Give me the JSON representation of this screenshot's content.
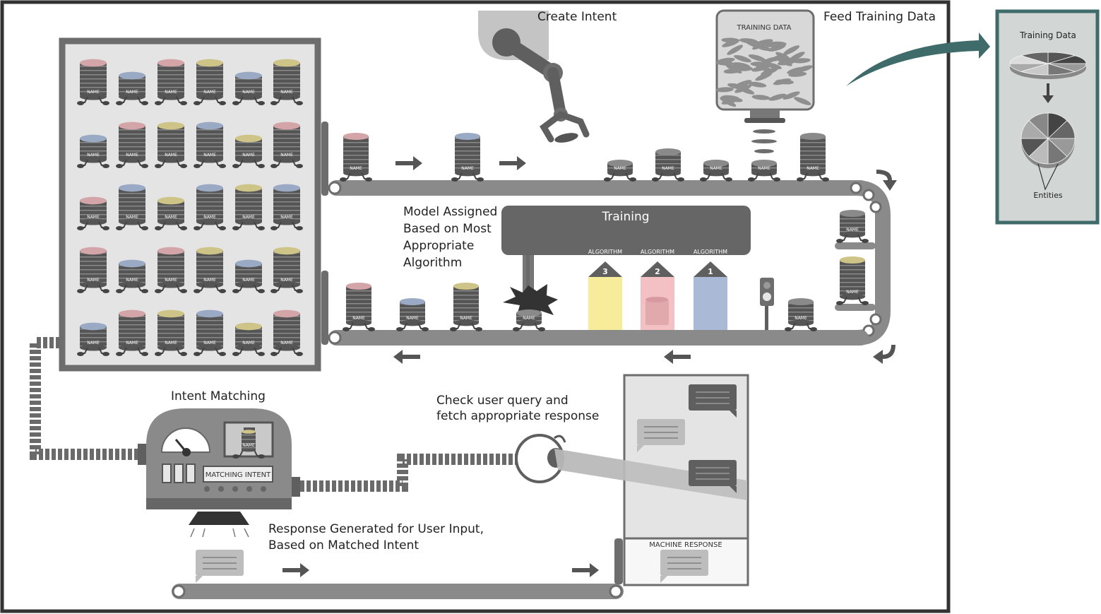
{
  "labels": {
    "create_intent": "Create Intent",
    "feed_training_data": "Feed Training Data",
    "training_data_hopper": "TRAINING DATA",
    "training_data_panel": "Training Data",
    "entities": "Entities",
    "training": "Training",
    "algorithm": "ALGORITHM",
    "algo_nums": [
      "3",
      "2",
      "1"
    ],
    "model_assigned": [
      "Model Assigned",
      "Based on Most",
      "Appropriate",
      "Algorithm"
    ],
    "intent_matching": "Intent Matching",
    "matching_intent": "MATCHING INTENT",
    "check_query": [
      "Check user query and",
      "fetch appropriate response"
    ],
    "response_generated": [
      "Response Generated for User Input,",
      "Based on Matched Intent"
    ],
    "machine_response": "MACHINE RESPONSE",
    "can_name": "NAME"
  },
  "colors": {
    "frame": "#333333",
    "dark_gray": "#5f5f5f",
    "conveyor": "#8a8a8a",
    "teal": "#3f6b6a",
    "pink": "#d3a4a8",
    "blue": "#9aa9c4",
    "yellow": "#cfc487",
    "beam_yellow": "#f6ec9a",
    "beam_pink": "#f3c1c4",
    "beam_blue": "#a9b9d6"
  },
  "icons": [
    "robot-arm-icon",
    "hopper-icon",
    "pie-chart-icon",
    "gauge-icon",
    "eye-icon",
    "speech-bubble-icon",
    "traffic-light-icon",
    "arrow-icon"
  ]
}
